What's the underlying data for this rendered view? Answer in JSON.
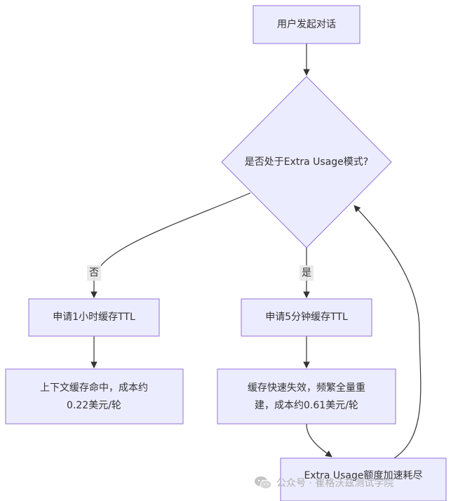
{
  "nodes": {
    "start": "用户发起对话",
    "decision": "是否处于Extra Usage模式?",
    "ttl_1h": "申请1小时缓存TTL",
    "ttl_5m": "申请5分钟缓存TTL",
    "cache_hit": [
      "上下文缓存命中，成本约",
      "0.22美元/轮"
    ],
    "cache_miss": [
      "缓存快速失效，频繁全量重",
      "建，成本约0.61美元/轮"
    ],
    "exhaust": "Extra Usage额度加速耗尽"
  },
  "edges": {
    "no_label": "否",
    "yes_label": "是"
  },
  "watermark": {
    "text": "公众号 · 崔格沃兹测试学院"
  },
  "colors": {
    "node_fill": "#ececff",
    "node_stroke": "#9370db",
    "edge": "#333333"
  }
}
